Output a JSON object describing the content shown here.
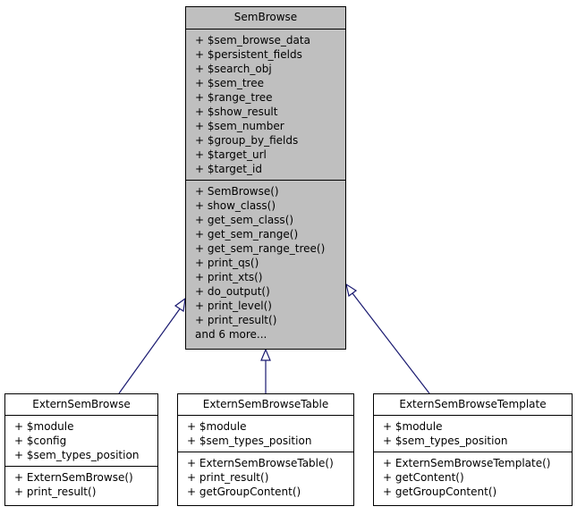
{
  "main_class": {
    "name": "SemBrowse",
    "attributes": [
      "+ $sem_browse_data",
      "+ $persistent_fields",
      "+ $search_obj",
      "+ $sem_tree",
      "+ $range_tree",
      "+ $show_result",
      "+ $sem_number",
      "+ $group_by_fields",
      "+ $target_url",
      "+ $target_id"
    ],
    "methods": [
      "+ SemBrowse()",
      "+ show_class()",
      "+ get_sem_class()",
      "+ get_sem_range()",
      "+ get_sem_range_tree()",
      "+ print_qs()",
      "+ print_xts()",
      "+ do_output()",
      "+ print_level()",
      "+ print_result()",
      "and 6 more..."
    ]
  },
  "subclasses": [
    {
      "name": "ExternSemBrowse",
      "attributes": [
        "+ $module",
        "+ $config",
        "+ $sem_types_position"
      ],
      "methods": [
        "+ ExternSemBrowse()",
        "+ print_result()"
      ]
    },
    {
      "name": "ExternSemBrowseTable",
      "attributes": [
        "+ $module",
        "+ $sem_types_position"
      ],
      "methods": [
        "+ ExternSemBrowseTable()",
        "+ print_result()",
        "+ getGroupContent()"
      ]
    },
    {
      "name": "ExternSemBrowseTemplate",
      "attributes": [
        "+ $module",
        "+ $sem_types_position"
      ],
      "methods": [
        "+ ExternSemBrowseTemplate()",
        "+ getContent()",
        "+ getGroupContent()"
      ]
    }
  ],
  "colors": {
    "main_fill": "#bfbfbf",
    "edge": "#191970"
  }
}
